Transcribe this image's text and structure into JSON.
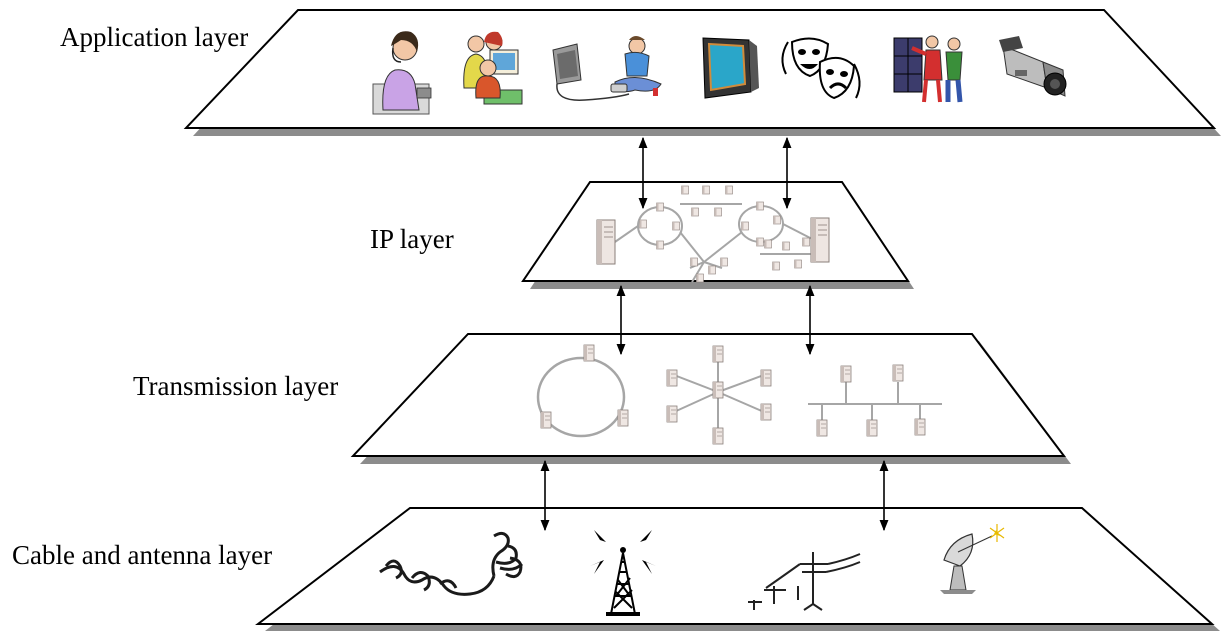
{
  "layers": {
    "application": "Application layer",
    "ip": "IP layer",
    "transmission": "Transmission layer",
    "cable": "Cable and antenna layer"
  },
  "colors": {
    "plane_fill": "#ffffff",
    "plane_stroke": "#000000",
    "shadow": "#8c8c8c",
    "ring": "#a6a6a6",
    "node": "#efe7e3",
    "node_dark": "#b9aca6"
  },
  "icons": {
    "application": [
      "headset-operator-icon",
      "office-workers-icon",
      "game-player-icon",
      "television-icon",
      "theater-masks-icon",
      "video-wall-icon",
      "video-camera-icon"
    ],
    "ip": [
      "server-icon",
      "ring-network-icon",
      "star-network-icon",
      "bus-network-icon"
    ],
    "transmission": [
      "ring-topology-icon",
      "star-topology-icon",
      "bus-topology-icon"
    ],
    "cable": [
      "coiled-cable-icon",
      "radio-antenna-icon",
      "power-pylon-icon",
      "satellite-dish-icon"
    ]
  }
}
